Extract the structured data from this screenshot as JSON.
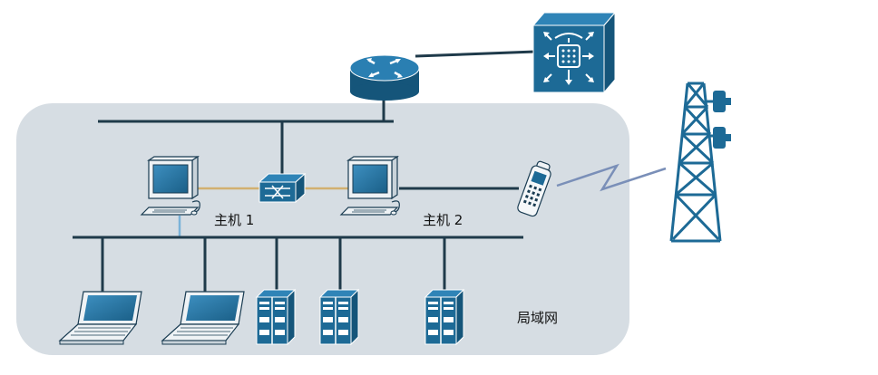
{
  "labels": {
    "host1": "主机 1",
    "host2": "主机 2",
    "lan": "局域网"
  },
  "colors": {
    "device_blue": "#1d6a96",
    "device_dark": "#15557a",
    "lan_background": "#d6dde3",
    "cable_dark": "#1f3a4a",
    "cable_tan": "#d2b070",
    "cable_light_blue": "#7ab3d9",
    "wireless_link": "#7a8fb8"
  },
  "icons": {
    "router": "router-icon",
    "voice_switch": "voice-switch-icon",
    "hub": "hub-icon",
    "workstation": "workstation-icon",
    "laptop": "laptop-icon",
    "server": "server-icon",
    "mobile_phone": "mobile-phone-icon",
    "tower": "cell-tower-icon"
  }
}
